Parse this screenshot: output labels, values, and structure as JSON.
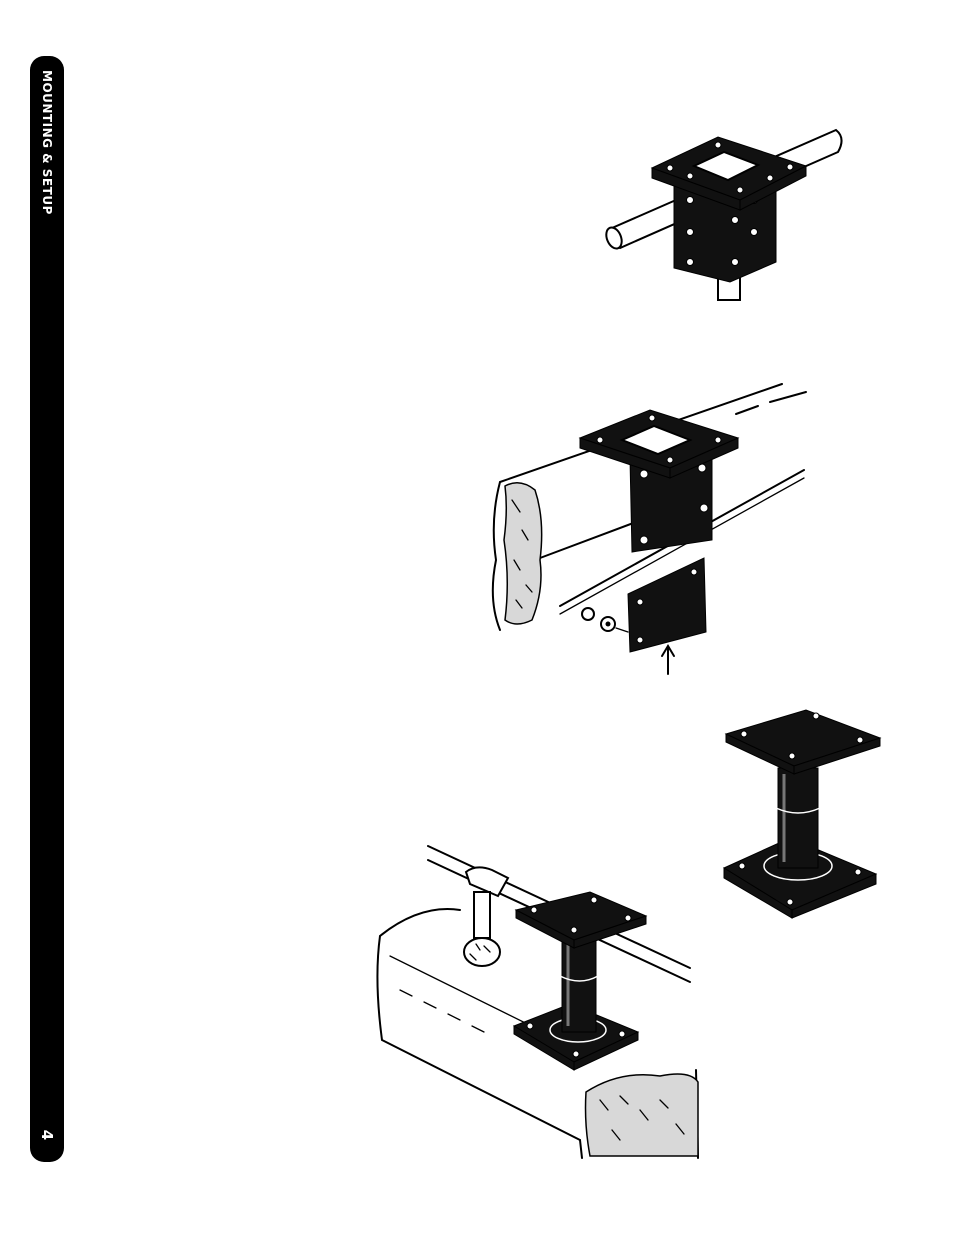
{
  "sidebar": {
    "title": "MOUNTING & SETUP",
    "page_number": "4"
  },
  "colors": {
    "tab_background": "#000000",
    "tab_text": "#ffffff",
    "page_background": "#ffffff"
  },
  "illustrations": [
    {
      "name": "t-bracket-on-rail-illustration"
    },
    {
      "name": "bracket-on-wooden-beam-illustration"
    },
    {
      "name": "pedestal-mount-illustration"
    },
    {
      "name": "pedestal-on-beam-illustration"
    }
  ]
}
